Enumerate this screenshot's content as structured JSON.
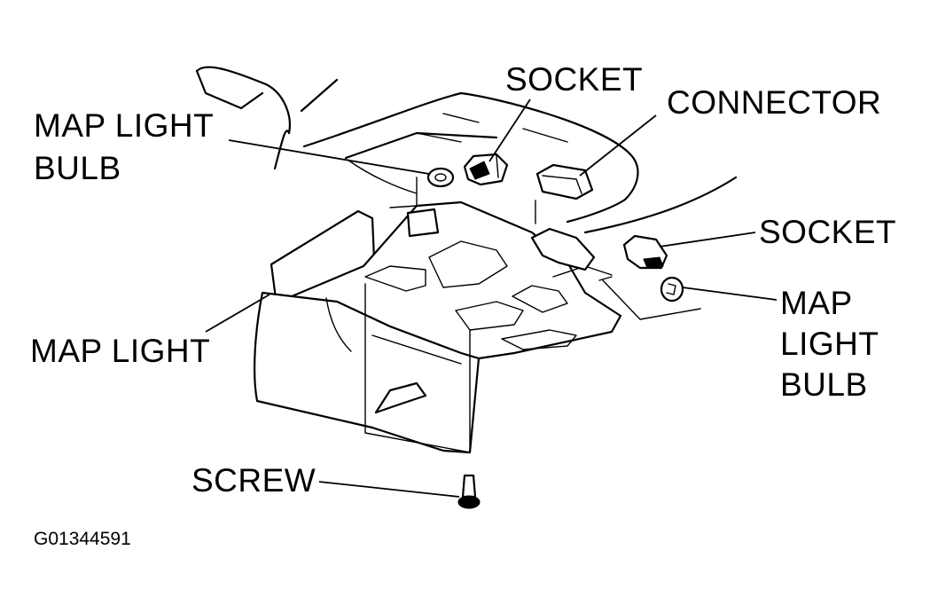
{
  "labels": {
    "map_light_bulb_left_line1": "MAP LIGHT",
    "map_light_bulb_left_line2": "BULB",
    "socket_top": "SOCKET",
    "connector": "CONNECTOR",
    "socket_right": "SOCKET",
    "map_light_bulb_right_line1": "MAP",
    "map_light_bulb_right_line2": "LIGHT",
    "map_light_bulb_right_line3": "BULB",
    "map_light": "MAP LIGHT",
    "screw": "SCREW"
  },
  "figure_code": "G01344591",
  "colors": {
    "ink": "#000000",
    "background": "#ffffff"
  }
}
